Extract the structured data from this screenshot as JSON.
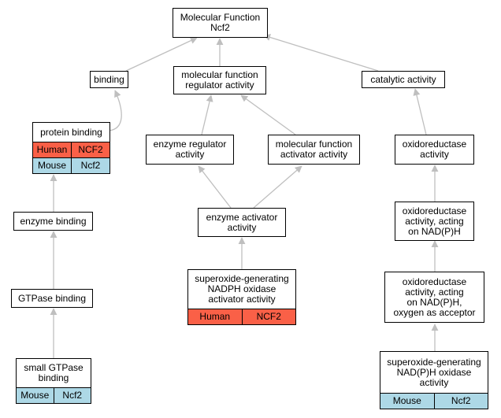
{
  "colors": {
    "human": "#fa6047",
    "mouse": "#add8e6",
    "edge": "#bfbfbf"
  },
  "nodes": {
    "mf": {
      "label": "Molecular Function\nNcf2"
    },
    "binding": {
      "label": "binding"
    },
    "mfra": {
      "label": "molecular function\nregulator activity"
    },
    "cat": {
      "label": "catalytic activity"
    },
    "protbind": {
      "label": "protein binding",
      "rows": [
        [
          "Human",
          "NCF2"
        ],
        [
          "Mouse",
          "Ncf2"
        ]
      ]
    },
    "enzreg": {
      "label": "enzyme regulator\nactivity"
    },
    "mfaa": {
      "label": "molecular function\nactivator activity"
    },
    "oxred": {
      "label": "oxidoreductase\nactivity"
    },
    "enzbind": {
      "label": "enzyme binding"
    },
    "enzact": {
      "label": "enzyme activator\nactivity"
    },
    "oxnad": {
      "label": "oxidoreductase\nactivity, acting\non NAD(P)H"
    },
    "gtpbind": {
      "label": "GTPase binding"
    },
    "supnadph": {
      "label": "superoxide-generating\nNADPH oxidase\nactivator activity",
      "rows": [
        [
          "Human",
          "NCF2"
        ]
      ]
    },
    "oxo2": {
      "label": "oxidoreductase\nactivity, acting\non NAD(P)H,\noxygen as acceptor"
    },
    "smallgtp": {
      "label": "small GTPase\nbinding",
      "rows": [
        [
          "Mouse",
          "Ncf2"
        ]
      ]
    },
    "supnadp": {
      "label": "superoxide-generating\nNAD(P)H oxidase\nactivity",
      "rows": [
        [
          "Mouse",
          "Ncf2"
        ]
      ]
    }
  }
}
